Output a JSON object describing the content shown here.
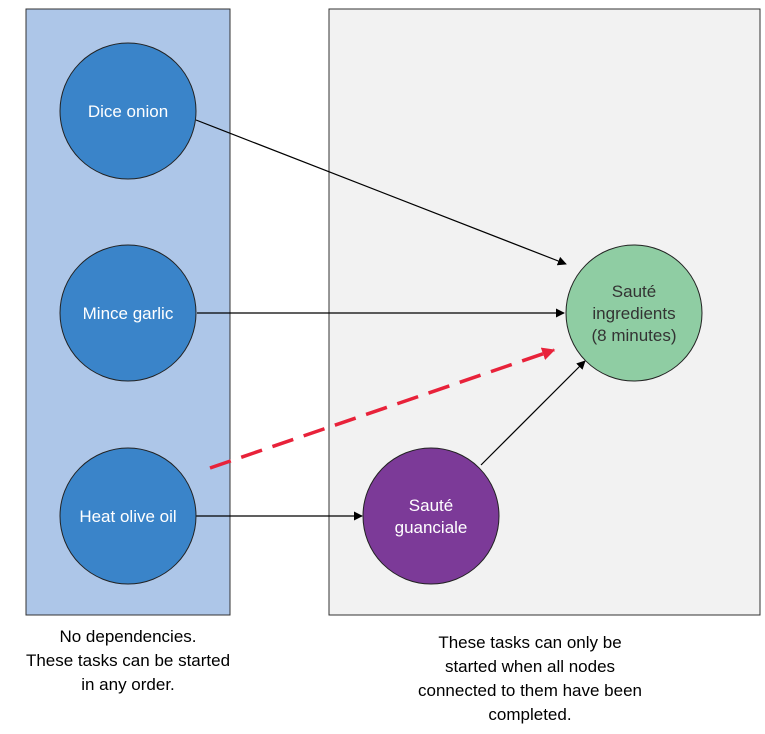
{
  "panels": {
    "independent": {
      "fill": "#adc6e8"
    },
    "dependent": {
      "fill": "#f2f2f2"
    }
  },
  "nodes": {
    "dice_onion": {
      "lines": [
        "Dice onion"
      ],
      "fill": "#3a84c9"
    },
    "mince_garlic": {
      "lines": [
        "Mince garlic"
      ],
      "fill": "#3a84c9"
    },
    "heat_olive_oil": {
      "lines": [
        "Heat olive oil"
      ],
      "fill": "#3a84c9"
    },
    "saute_guanciale": {
      "lines": [
        "Sauté",
        "guanciale"
      ],
      "fill": "#7c3a98"
    },
    "saute_ingredients": {
      "lines": [
        "Sauté",
        "ingredients",
        "(8 minutes)"
      ],
      "fill": "#8fcda3"
    }
  },
  "highlight_color": "#e8223a",
  "captions": {
    "left": [
      "No dependencies.",
      "These tasks can be started",
      "in any order."
    ],
    "right": [
      "These tasks can only be",
      "started when all nodes",
      "connected to them have been",
      "completed."
    ]
  }
}
